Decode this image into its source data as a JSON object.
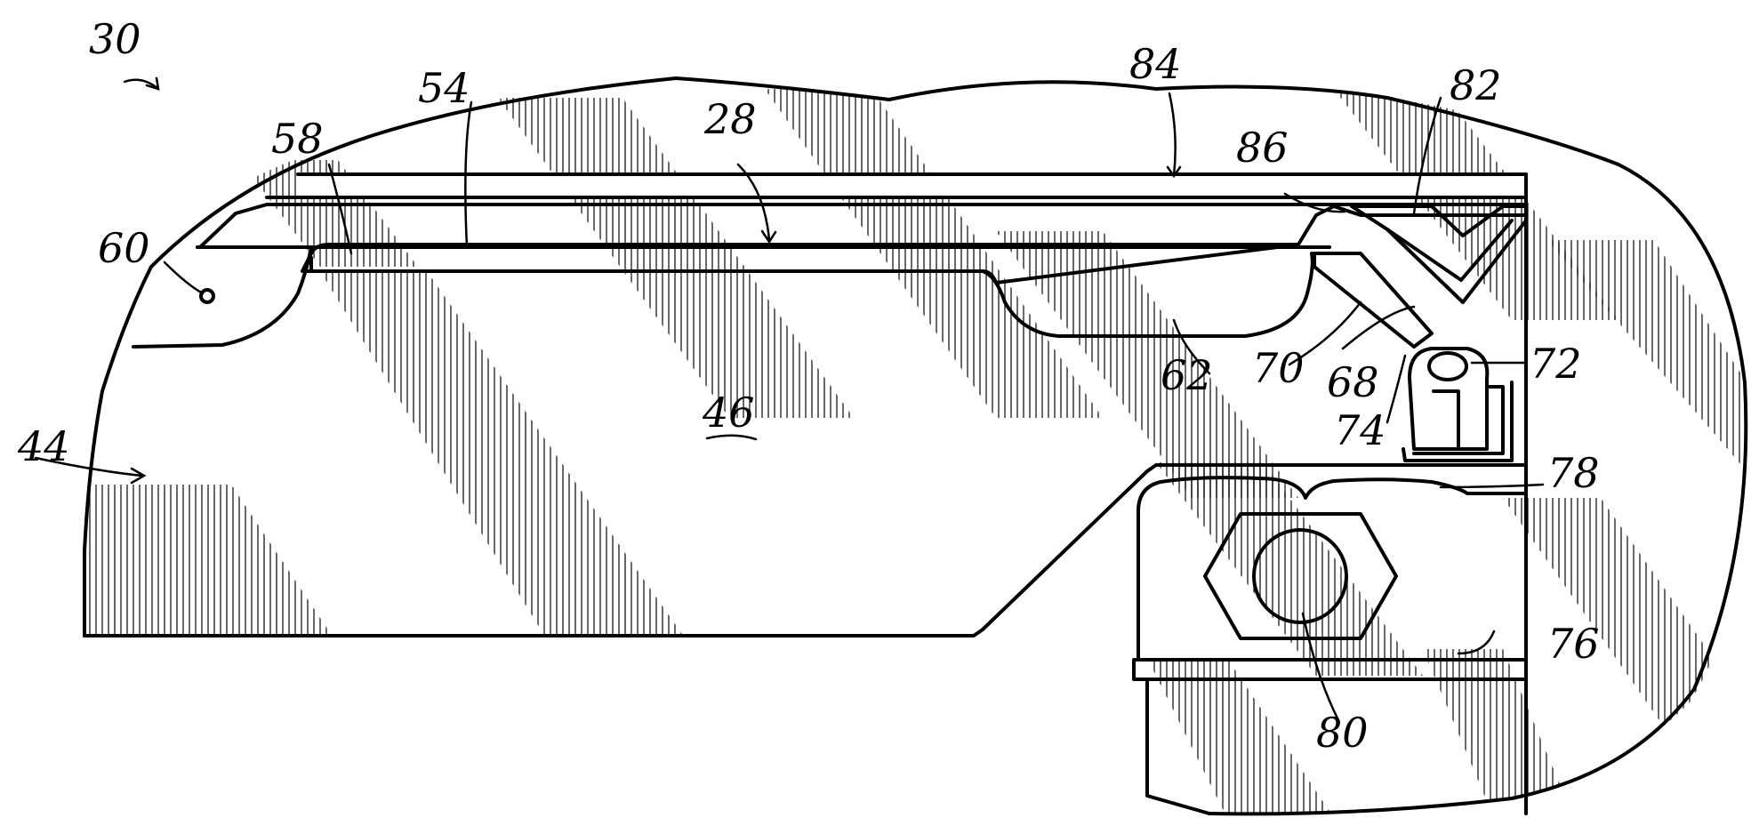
{
  "figure": {
    "labels": {
      "assembly": "30",
      "cover": "84",
      "clip": "82",
      "flange": "86",
      "plate": "54",
      "rail": "28",
      "lip": "58",
      "tab": "60",
      "channel": "62",
      "arm_inner": "70",
      "arm_outer": "68",
      "hook": "72",
      "bend": "74",
      "body": "46",
      "housing": "44",
      "seal": "78",
      "block": "76",
      "bolt": "80"
    },
    "colors": {
      "line": "#000000",
      "hatch": "#000000",
      "background": "#ffffff"
    }
  }
}
